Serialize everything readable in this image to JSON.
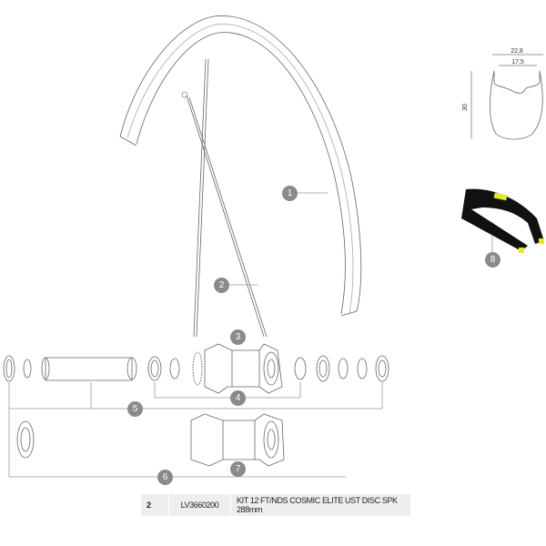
{
  "callouts": [
    "1",
    "2",
    "3",
    "4",
    "5",
    "6",
    "7",
    "8"
  ],
  "rim_profile": {
    "outer_width": "22,8",
    "inner_width": "17,5",
    "height": "30"
  },
  "tire_color": "#e6e62a",
  "callout_color": "#8a8a8a",
  "parts_table": {
    "rows": [
      {
        "ref": "2",
        "code": "LV3660200",
        "description": "KIT 12 FT/NDS COSMIC ELITE UST DISC SPK 288mm"
      }
    ]
  }
}
